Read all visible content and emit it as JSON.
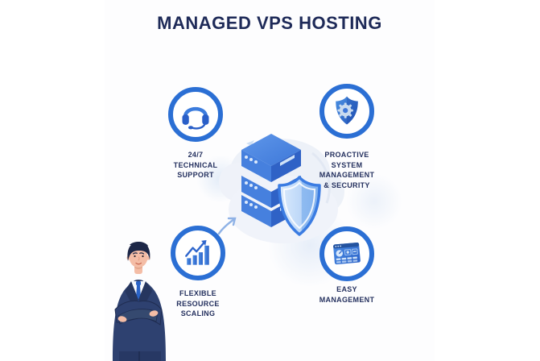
{
  "title": "MANAGED VPS HOSTING",
  "features": [
    {
      "label": "24/7\nTECHNICAL\nSUPPORT",
      "icon": "headset-icon"
    },
    {
      "label": "PROACTIVE\nSYSTEM\nMANAGEMENT\n& SECURITY",
      "icon": "shield-gear-icon"
    },
    {
      "label": "FLEXIBLE\nRESOURCE\nSCALING",
      "icon": "growth-chart-icon"
    },
    {
      "label": "EASY\nMANAGEMENT",
      "icon": "dashboard-window-icon"
    }
  ],
  "illustrations": {
    "center": "server-stack-with-shield",
    "person": "businessman-arms-crossed"
  },
  "colors": {
    "accent_blue": "#2b6fd4",
    "title_navy": "#1e2a58",
    "label_navy": "#25315f",
    "icon_blue_light": "#4a90e2",
    "icon_blue_dark": "#2a5fc4",
    "shield_fill_light": "#d9e9fc",
    "background": "#ffffff"
  }
}
